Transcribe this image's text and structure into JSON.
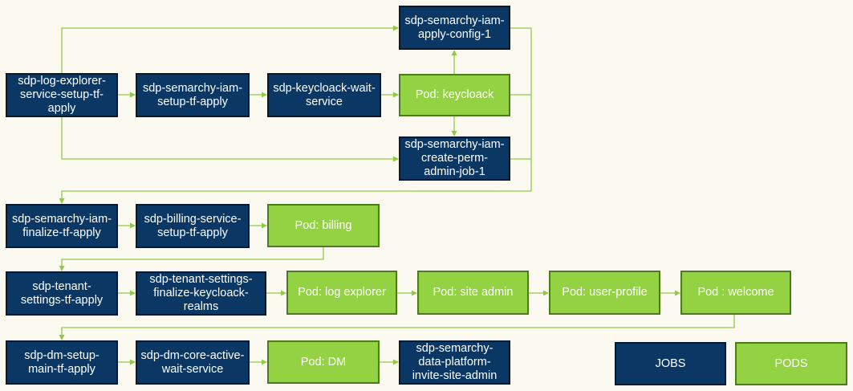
{
  "colors": {
    "background": "#fcf9f1",
    "job_fill": "#0b3765",
    "pod_fill": "#93d243",
    "connector": "#8fcc45"
  },
  "nodes": {
    "log_explorer_setup": "sdp-log-explorer-service-setup-tf-apply",
    "semarchy_iam_setup": "sdp-semarchy-iam-setup-tf-apply",
    "keycloack_wait": "sdp-keycloack-wait-service",
    "pod_keycloack": "Pod: keycloack",
    "iam_apply_config": "sdp-semarchy-iam-apply-config-1",
    "iam_create_perm": "sdp-semarchy-iam-create-perm-admin-job-1",
    "iam_finalize": "sdp-semarchy-iam-finalize-tf-apply",
    "billing_setup": "sdp-billing-service-setup-tf-apply",
    "pod_billing": "Pod: billing",
    "tenant_settings": "sdp-tenant-settings-tf-apply",
    "tenant_finalize_keycloack": "sdp-tenant-settings-finalize-keycloack-realms",
    "pod_log_explorer": "Pod: log explorer",
    "pod_site_admin": "Pod: site admin",
    "pod_user_profile": "Pod: user-profile",
    "pod_welcome": "Pod : welcome",
    "dm_setup": "sdp-dm-setup-main-tf-apply",
    "dm_core_wait": "sdp-dm-core-active-wait-service",
    "pod_dm": "Pod: DM",
    "invite_site_admin": "sdp-semarchy-data-platform-invite-site-admin"
  },
  "legend": {
    "jobs": "JOBS",
    "pods": "PODS"
  }
}
